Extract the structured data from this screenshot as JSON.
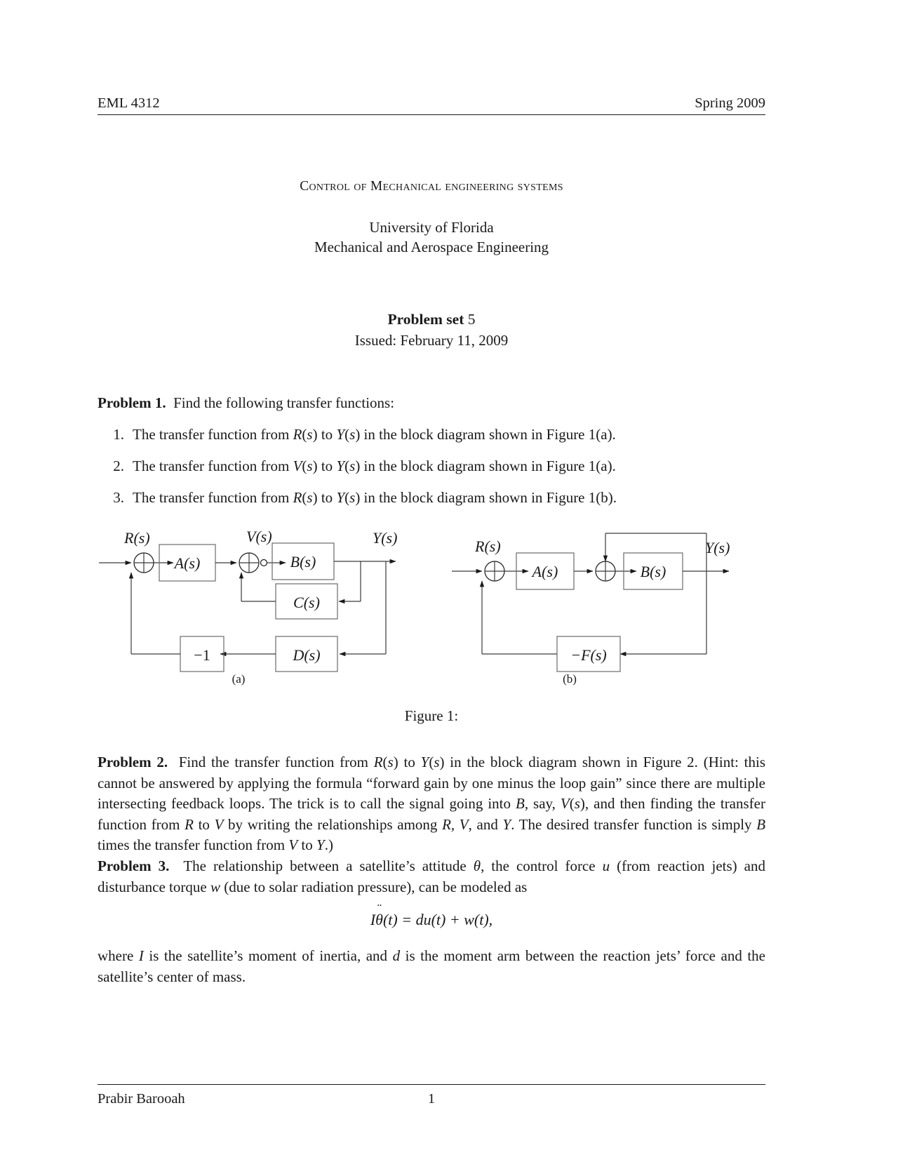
{
  "header": {
    "course_code": "EML 4312",
    "term": "Spring 2009"
  },
  "title_block": {
    "course_title": "Control of Mechanical engineering systems",
    "university": "University of Florida",
    "department": "Mechanical and Aerospace Engineering"
  },
  "problem_set": {
    "label": "Problem set",
    "number": "5",
    "issued": "Issued: February 11, 2009"
  },
  "problem1": {
    "lead": "Problem 1.",
    "intro": "Find the following transfer functions:",
    "items": [
      {
        "num": "1.",
        "text": "The transfer function from R(s) to Y(s) in the block diagram shown in Figure 1(a)."
      },
      {
        "num": "2.",
        "text": "The transfer function from V(s) to Y(s) in the block diagram shown in Figure 1(a)."
      },
      {
        "num": "3.",
        "text": "The transfer function from R(s) to Y(s) in the block diagram shown in Figure 1(b)."
      }
    ]
  },
  "figure": {
    "caption": "Figure 1:",
    "subcaption_a": "(a)",
    "subcaption_b": "(b)",
    "diagram_a": {
      "input_label": "R(s)",
      "mid_label": "V(s)",
      "output_label": "Y(s)",
      "blocks": [
        "A(s)",
        "B(s)",
        "C(s)",
        "D(s)",
        "−1"
      ],
      "summing_junctions": 2
    },
    "diagram_b": {
      "input_label": "R(s)",
      "output_label": "Y(s)",
      "blocks": [
        "A(s)",
        "B(s)",
        "−F(s)"
      ],
      "summing_junctions": 2
    }
  },
  "problem2": {
    "lead": "Problem 2.",
    "text": "Find the transfer function from R(s) to Y(s) in the block diagram shown in Figure 2. (Hint: this cannot be answered by applying the formula “forward gain by one minus the loop gain” since there are multiple intersecting feedback loops. The trick is to call the signal going into B, say, V(s), and then finding the transfer function from R to V by writing the relationships among R, V, and Y. The desired transfer function is simply B times the transfer function from V to Y.)"
  },
  "problem3": {
    "lead": "Problem 3.",
    "text_part1": "The relationship between a satellite’s attitude θ, the control force u (from reaction jets) and disturbance torque w (due to solar radiation pressure), can be modeled as",
    "equation": "Iθ̈(t) = du(t) + w(t),",
    "text_part2": "where I is the satellite’s moment of inertia, and d is the moment arm between the reaction jets’ force and the satellite’s center of mass."
  },
  "footer": {
    "author": "Prabir Barooah",
    "page_number": "1"
  }
}
